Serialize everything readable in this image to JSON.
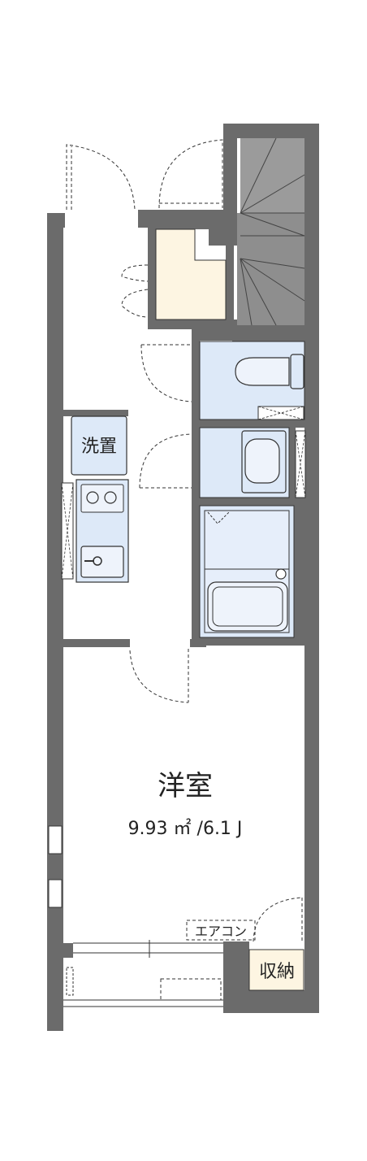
{
  "rooms": {
    "western": {
      "name": "洋室",
      "area": "9.93 ㎡ /6.1 J"
    },
    "washer": {
      "name": "洗置"
    },
    "storage": {
      "name": "収納"
    },
    "aircon": {
      "name": "エアコン"
    }
  },
  "colors": {
    "wall": "#6b6b6b",
    "floor": "#ffffff",
    "wet_area": "#dde9f8",
    "closet": "#fdf5e2",
    "stair": "#9b9b9b",
    "line": "#333333"
  }
}
